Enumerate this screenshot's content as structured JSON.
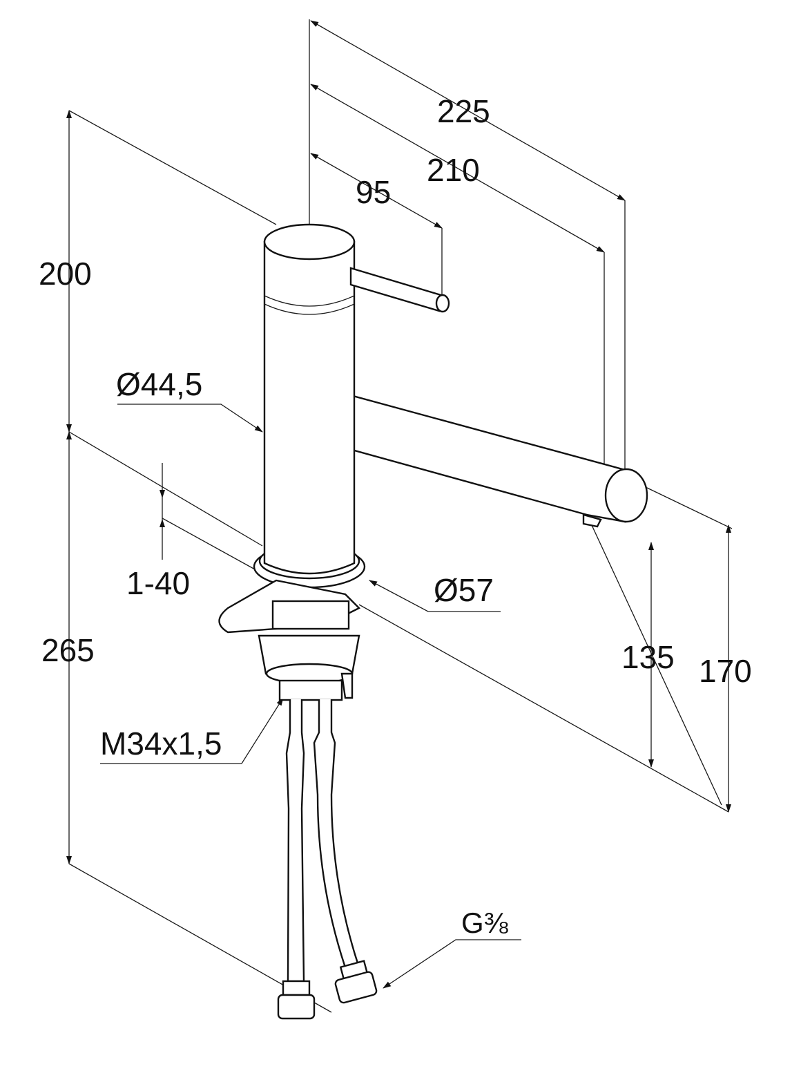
{
  "drawing": {
    "dimensions": {
      "total_reach": "225",
      "spout_reach": "210",
      "lever_reach": "95",
      "upper_height": "200",
      "body_diameter": "Ø44,5",
      "deck_thickness": "1-40",
      "base_diameter": "Ø57",
      "total_height": "265",
      "spout_outlet_height": "135",
      "spout_top_height": "170",
      "thread": "M34x1,5",
      "connection": "G⅜"
    }
  }
}
